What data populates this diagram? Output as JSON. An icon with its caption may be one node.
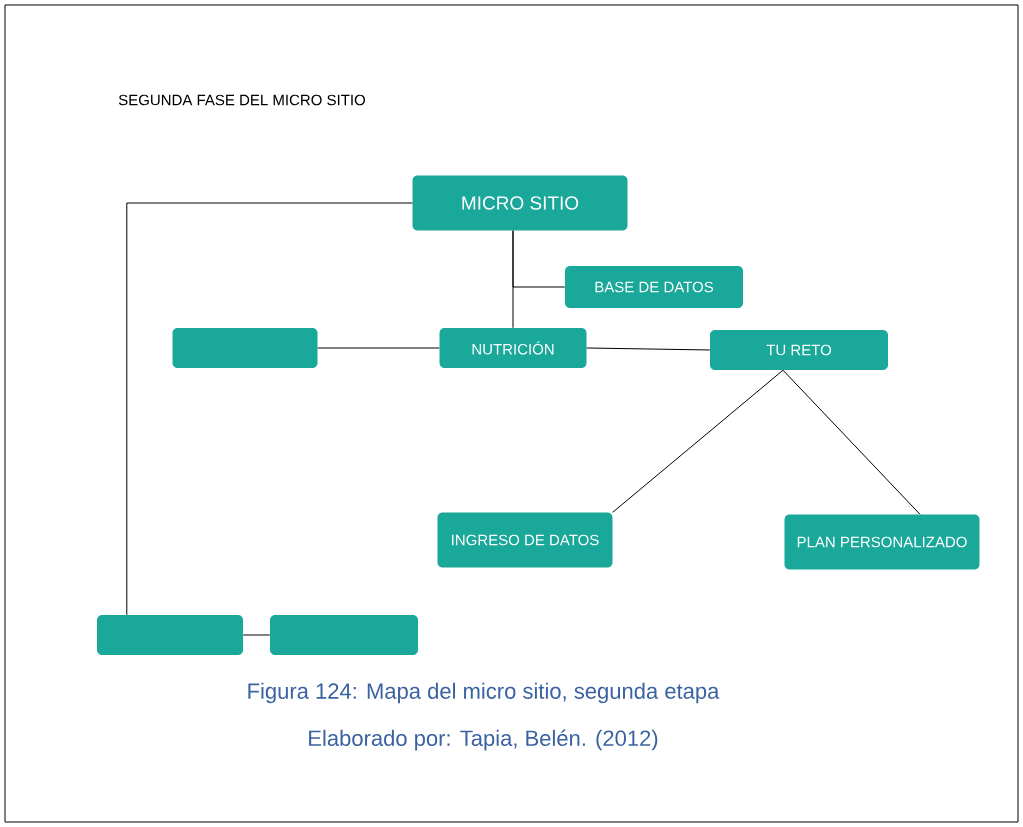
{
  "diagram": {
    "title": "SEGUNDA FASE DEL MICRO SITIO",
    "caption": "Figura 124: Mapa del micro sitio, segunda etapa",
    "nodes": [
      {
        "text": [
          "MICRO SITIO"
        ]
      },
      {
        "text": [
          "BASE DE DATOS"
        ]
      },
      {
        "text": [],
        "shape": "box"
      },
      {
        "text": [
          "NUTRICIÓN"
        ]
      },
      {
        "text": [
          "TU RETO"
        ]
      },
      {
        "text": [
          "INGRESO DE DATOS"
        ]
      },
      {
        "text": [
          "PLAN PERSONALIZADO"
        ]
      },
      {
        "text": [],
        "shape": "box"
      },
      {
        "text": [],
        "shape": "box"
      }
    ],
    "edges": [
      {
        "from": 0,
        "to": 7,
        "arrow": "none"
      },
      {
        "from": 0,
        "to": 1,
        "arrow": "none"
      },
      {
        "from": 0,
        "to": 3,
        "arrow": "none"
      },
      {
        "from": 3,
        "to": 2,
        "arrow": "none"
      },
      {
        "from": 3,
        "to": 4,
        "arrow": "none"
      },
      {
        "from": 4,
        "to": 5,
        "arrow": "none"
      },
      {
        "from": 4,
        "to": 6,
        "arrow": "none"
      },
      {
        "from": 7,
        "to": 8,
        "arrow": "none"
      }
    ],
    "labels": [
      "Elaborado por: Tapia, Belén. (2012)"
    ]
  }
}
